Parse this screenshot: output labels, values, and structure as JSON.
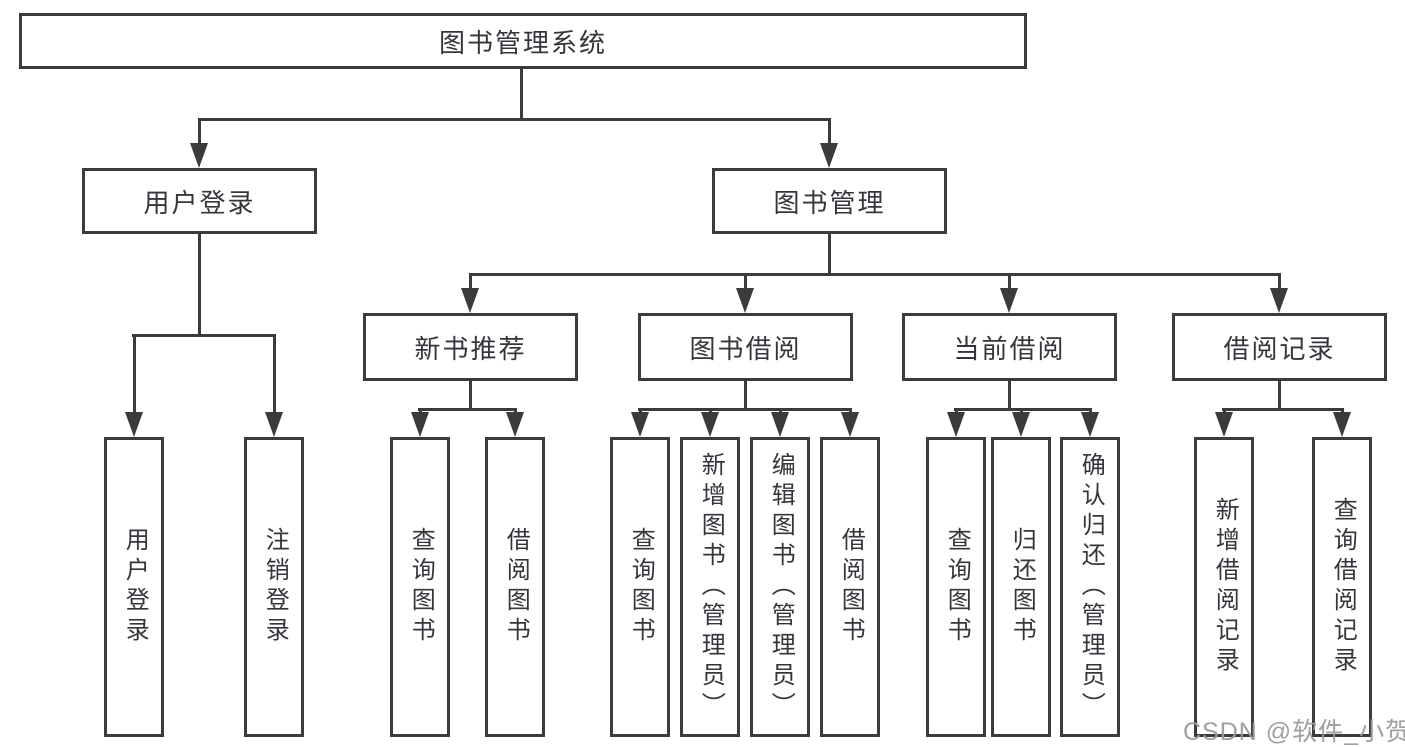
{
  "colors": {
    "line": "#3b3b3e",
    "text": "#35363c",
    "watermark": "#9a9a9f",
    "background": "#ffffff"
  },
  "diagram": {
    "root": {
      "label": "图书管理系统"
    },
    "user_login": {
      "label": "用户登录",
      "children": [
        {
          "label": "用户登录"
        },
        {
          "label": "注销登录"
        }
      ]
    },
    "book_mgmt": {
      "label": "图书管理",
      "sections": [
        {
          "label": "新书推荐",
          "children": [
            {
              "label": "查询图书"
            },
            {
              "label": "借阅图书"
            }
          ]
        },
        {
          "label": "图书借阅",
          "children": [
            {
              "label": "查询图书"
            },
            {
              "label": "新增图书（管理员）"
            },
            {
              "label": "编辑图书（管理员）"
            },
            {
              "label": "借阅图书"
            }
          ]
        },
        {
          "label": "当前借阅",
          "children": [
            {
              "label": "查询图书"
            },
            {
              "label": "归还图书"
            },
            {
              "label": "确认归还（管理员）"
            }
          ]
        },
        {
          "label": "借阅记录",
          "children": [
            {
              "label": "新增借阅记录"
            },
            {
              "label": "查询借阅记录"
            }
          ]
        }
      ]
    }
  },
  "watermark": {
    "text": "CSDN @软件_小贺同学"
  }
}
